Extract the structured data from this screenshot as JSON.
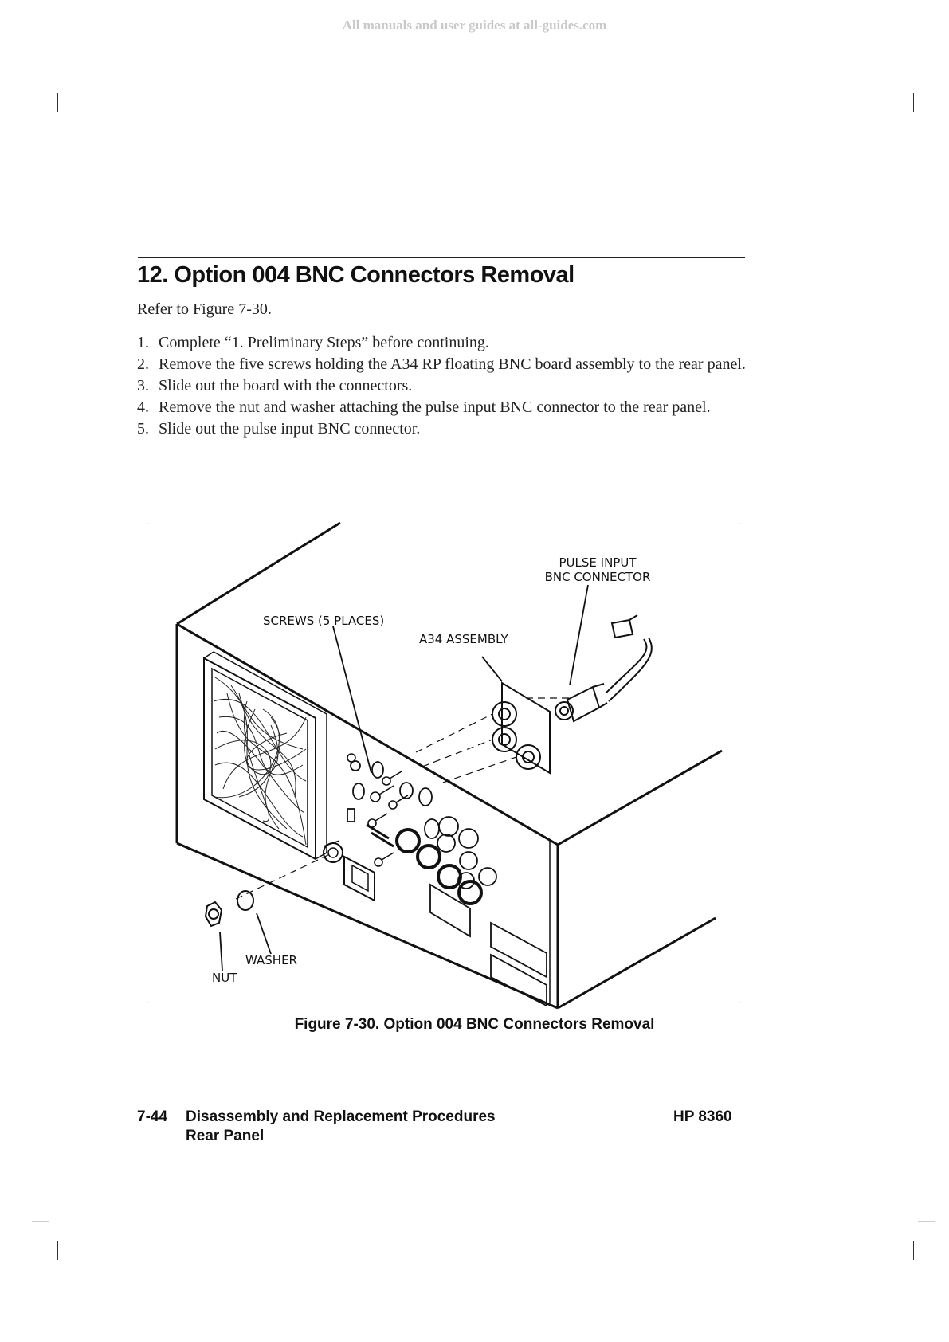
{
  "watermark": "All manuals and user guides at all-guides.com",
  "section": {
    "title": "12. Option 004 BNC Connectors Removal",
    "intro": "Refer to Figure 7-30.",
    "steps": [
      {
        "num": "1.",
        "text": "Complete “1. Preliminary Steps” before continuing."
      },
      {
        "num": "2.",
        "text": "Remove the five screws holding the A34 RP floating BNC board assembly to the rear panel."
      },
      {
        "num": "3.",
        "text": "Slide out the board with the connectors."
      },
      {
        "num": "4.",
        "text": "Remove the nut and washer attaching the pulse input BNC connector to the rear panel."
      },
      {
        "num": "5.",
        "text": "Slide out the pulse input BNC connector."
      }
    ]
  },
  "figure": {
    "callouts": {
      "pulse_input_line1": "PULSE INPUT",
      "pulse_input_line2": "BNC CONNECTOR",
      "screws": "SCREWS (5 PLACES)",
      "a34": "A34 ASSEMBLY",
      "washer": "WASHER",
      "nut": "NUT"
    },
    "caption": "Figure 7-30. Option 004 BNC Connectors Removal"
  },
  "footer": {
    "page_number": "7-44",
    "chapter": "Disassembly and Replacement Procedures",
    "subsection": "Rear Panel",
    "model": "HP 8360"
  }
}
